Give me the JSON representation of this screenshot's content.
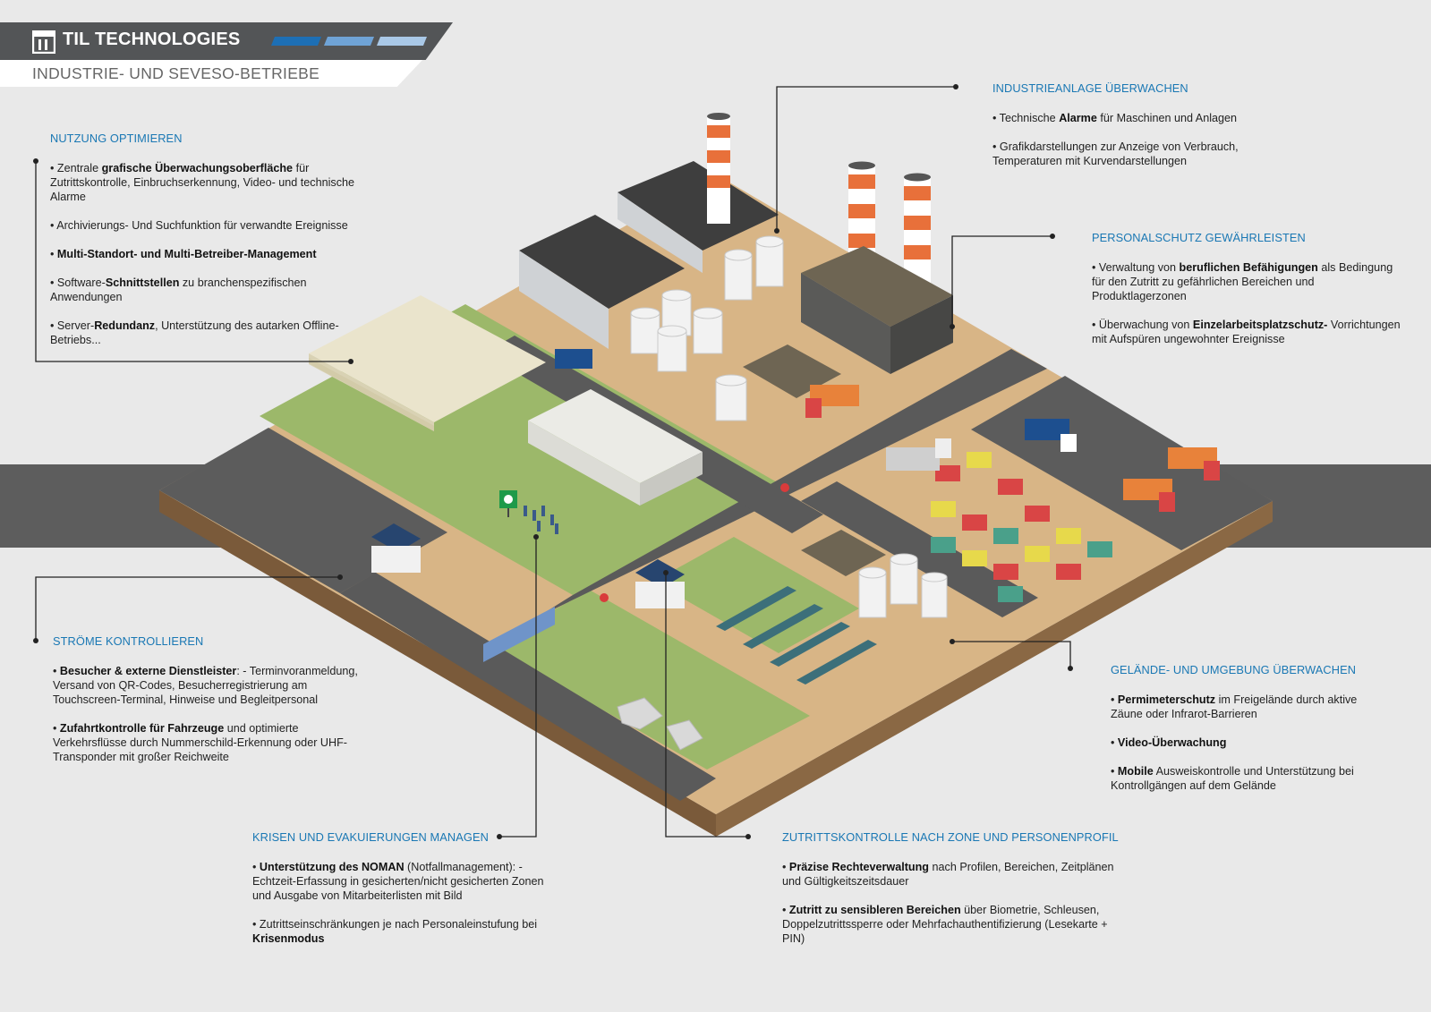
{
  "brand": {
    "name": "TIL TECHNOLOGIES",
    "subtitle": "INDUSTRIE- UND SEVESO-BETRIEBE"
  },
  "colors": {
    "accent_blue": "#1a78b4",
    "header_gray": "#535557",
    "band_gray": "#5d5d5d",
    "stripe1": "#1d6fb5",
    "stripe2": "#6fa3d6",
    "stripe3": "#a9c8e7"
  },
  "sections": {
    "nutzung": {
      "title": "NUTZUNG OPTIMIEREN",
      "items": [
        {
          "pre": "• Zentrale ",
          "bold": "grafische Überwachungsoberfläche",
          "post": " für Zutrittskontrolle, Einbruchserkennung, Video- und technische Alarme"
        },
        {
          "pre": "• Archivierungs- Und Suchfunktion für verwandte Ereignisse",
          "bold": "",
          "post": ""
        },
        {
          "pre": "• ",
          "bold": "Multi-Standort- und Multi-Betreiber-Management",
          "post": ""
        },
        {
          "pre": "• Software-",
          "bold": "Schnittstellen",
          "post": " zu branchenspezifischen Anwendungen"
        },
        {
          "pre": "• Server-",
          "bold": "Redundanz",
          "post": ", Unterstützung des autarken Offline-Betriebs..."
        }
      ]
    },
    "industrie": {
      "title": "INDUSTRIEANLAGE ÜBERWACHEN",
      "items": [
        {
          "pre": "• Technische ",
          "bold": "Alarme",
          "post": " für Maschinen und Anlagen"
        },
        {
          "pre": "• Grafikdarstellungen zur Anzeige von Verbrauch, Temperaturen mit Kurvendarstellungen",
          "bold": "",
          "post": ""
        }
      ]
    },
    "personal": {
      "title": "PERSONALSCHUTZ GEWÄHRLEISTEN",
      "items": [
        {
          "pre": "• Verwaltung von ",
          "bold": "beruflichen Befähigungen",
          "post": " als Bedingung für den Zutritt zu gefährlichen Bereichen und Produktlagerzonen"
        },
        {
          "pre": "• Überwachung von ",
          "bold": "Einzelarbeitsplatzschutz-",
          "post": " Vorrichtungen mit Aufspüren ungewohnter Ereignisse"
        }
      ]
    },
    "stroeme": {
      "title": "STRÖME KONTROLLIEREN",
      "items": [
        {
          "pre": "• ",
          "bold": "Besucher & externe Dienstleister",
          "post": ": - Terminvoranmeldung, Versand von QR-Codes, Besucherregistrierung am Touchscreen-Terminal, Hinweise und Begleitpersonal"
        },
        {
          "pre": "• ",
          "bold": "Zufahrtkontrolle für Fahrzeuge",
          "post": " und optimierte Verkehrsflüsse durch Nummerschild-Erkennung oder UHF-Transponder mit großer Reichweite"
        }
      ]
    },
    "gelaende": {
      "title": "GELÄNDE- UND UMGEBUNG ÜBERWACHEN",
      "items": [
        {
          "pre": "• ",
          "bold": "Permimeterschutz",
          "post": " im Freigelände durch aktive Zäune oder Infrarot-Barrieren"
        },
        {
          "pre": "• ",
          "bold": "Video-Überwachung",
          "post": ""
        },
        {
          "pre": "• ",
          "bold": "Mobile",
          "post": " Ausweiskontrolle und Unterstützung bei Kontrollgängen auf dem Gelände"
        }
      ]
    },
    "krisen": {
      "title": "KRISEN UND EVAKUIERUNGEN MANAGEN",
      "items": [
        {
          "pre": "• ",
          "bold": "Unterstützung des NOMAN",
          "post": " (Notfallmanagement): - Echtzeit-Erfassung in gesicherten/nicht gesicherten Zonen und Ausgabe von Mitarbeiterlisten mit Bild"
        },
        {
          "pre": "• Zutrittseinschränkungen je nach Personaleinstufung bei ",
          "bold": "Krisenmodus",
          "post": ""
        }
      ]
    },
    "zutritt": {
      "title": "ZUTRITTSKONTROLLE NACH ZONE UND PERSONENPROFIL",
      "items": [
        {
          "pre": "• ",
          "bold": "Präzise Rechteverwaltung",
          "post": " nach Profilen, Bereichen, Zeitplänen und Gültigkeitszeitsdauer"
        },
        {
          "pre": "• ",
          "bold": "Zutritt zu sensibleren Bereichen",
          "post": " über Biometrie, Schleusen, Doppelzutrittssperre oder Mehrfachauthentifizierung (Lesekarte + PIN)"
        }
      ]
    }
  },
  "icons": [
    "til-logo-icon",
    "evacuation-sign-icon",
    "stop-sign-icon"
  ]
}
